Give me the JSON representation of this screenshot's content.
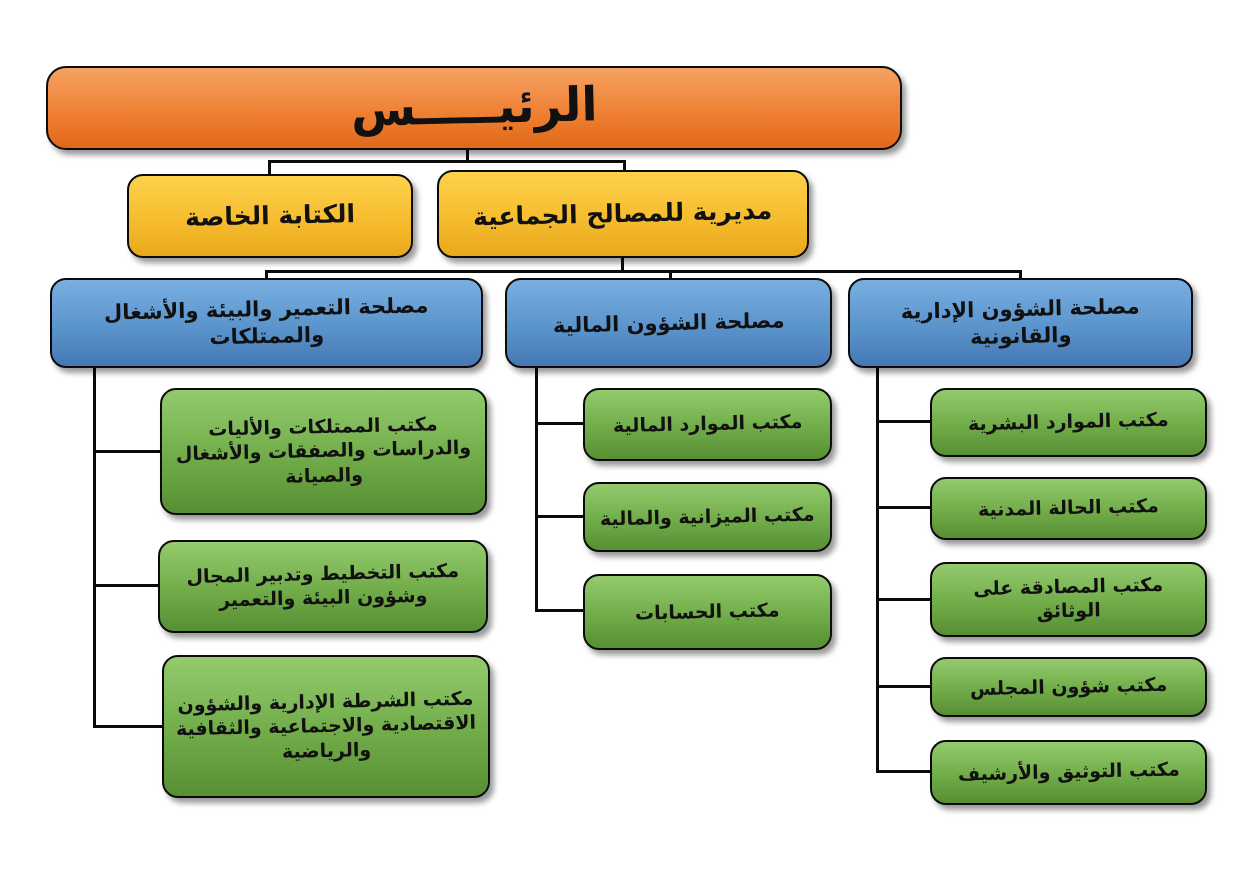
{
  "org_chart": {
    "root": {
      "label": "الرئيـــــس",
      "color": "#ED7D31"
    },
    "level2": [
      {
        "label": "مديرية للمصالح الجماعية",
        "color": "#FFC000"
      },
      {
        "label": "الكتابة الخاصة",
        "color": "#FFC000"
      }
    ],
    "services": [
      {
        "label": "مصلحة الشؤون الإدارية والقانونية",
        "color": "#5B9BD5",
        "offices": [
          "مكتب الموارد البشرية",
          "مكتب الحالة المدنية",
          "مكتب المصادقة على الوثائق",
          "مكتب شؤون المجلس",
          "مكتب التوثيق والأرشيف"
        ]
      },
      {
        "label": "مصلحة الشؤون المالية",
        "color": "#5B9BD5",
        "offices": [
          "مكتب الموارد المالية",
          "مكتب الميزانية والمالية",
          "مكتب الحسابات"
        ]
      },
      {
        "label": "مصلحة التعمير والبيئة والأشغال والممتلكات",
        "color": "#5B9BD5",
        "offices": [
          "مكتب الممتلكات والأليات والدراسات والصفقات والأشغال والصيانة",
          "مكتب التخطيط وتدبير المجال وشؤون البيئة والتعمير",
          "مكتب الشرطة الإدارية والشؤون الاقتصادية والاجتماعية والثقافية والرياضية"
        ]
      }
    ],
    "office_color": "#70AD47",
    "line_color": "#000000"
  }
}
